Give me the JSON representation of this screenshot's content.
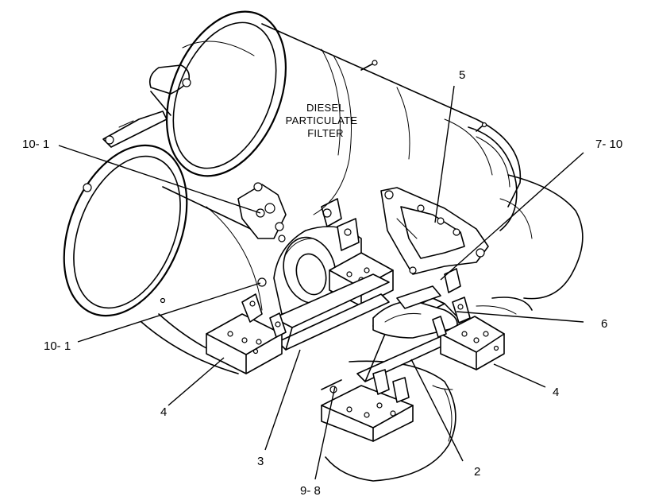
{
  "diagram": {
    "caption": [
      "DIESEL",
      "PARTICULATE",
      "FILTER"
    ],
    "callouts": {
      "c5": "5",
      "c10_1_top": "10- 1",
      "c7_10": "7- 10",
      "c6": "6",
      "c10_1_bottom": "10- 1",
      "c4_left": "4",
      "c4_right": "4",
      "c3": "3",
      "c2": "2",
      "c9_8": "9- 8"
    }
  }
}
